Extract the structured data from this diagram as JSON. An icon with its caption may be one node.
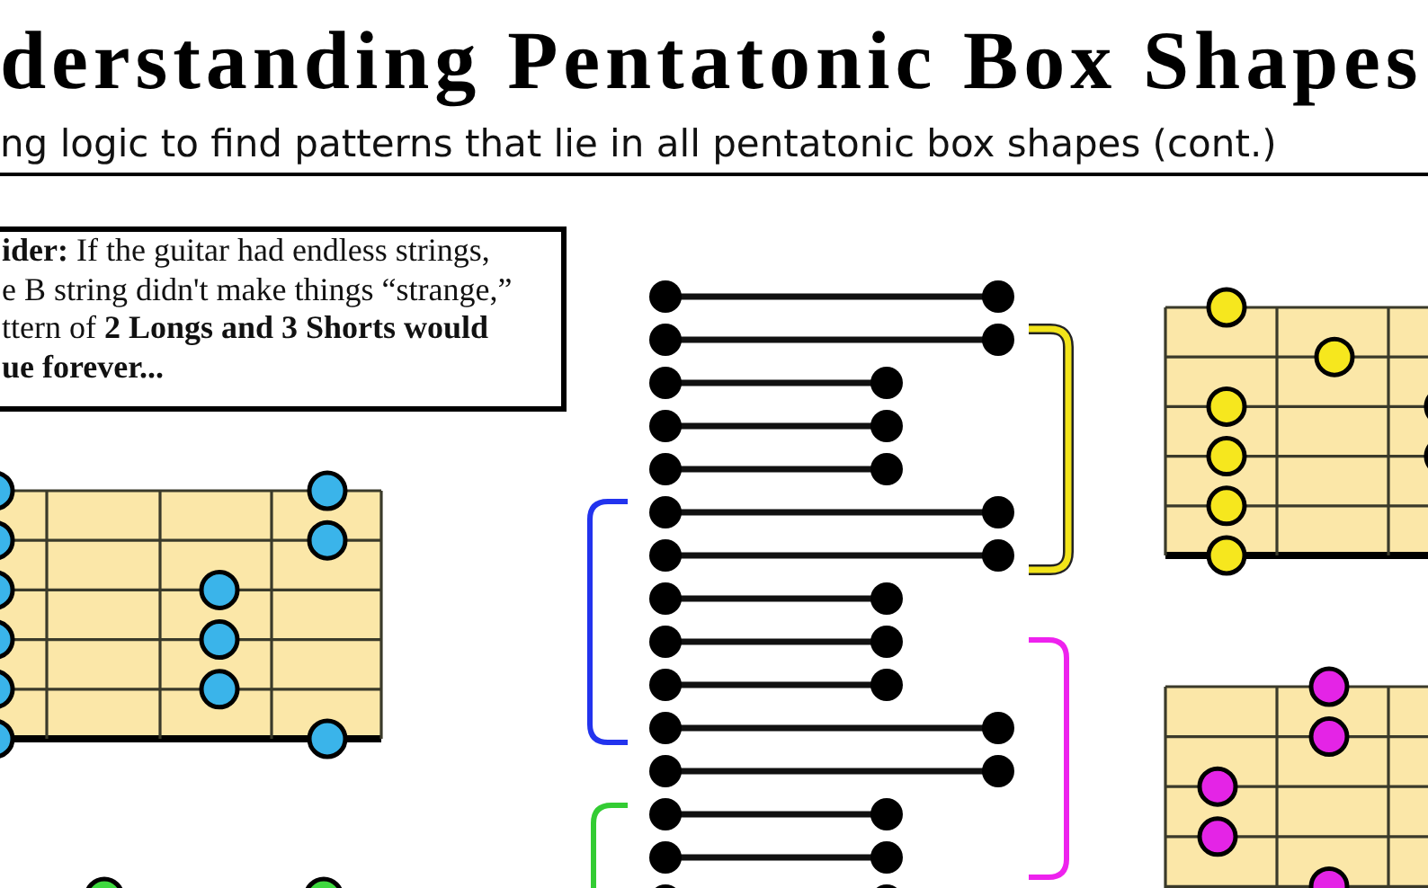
{
  "diagram": {
    "title": "derstanding Pentatonic Box Shapes",
    "nodes": [
      {
        "text": [
          "**ider:** If the guitar had endless strings, e B string didn't make things “strange,” ttern of **2 Longs and 3 Shorts would ue forever...**"
        ]
      }
    ],
    "labels": [
      "ng logic to find patterns that lie in all pentatonic box shapes (cont.)"
    ]
  }
}
